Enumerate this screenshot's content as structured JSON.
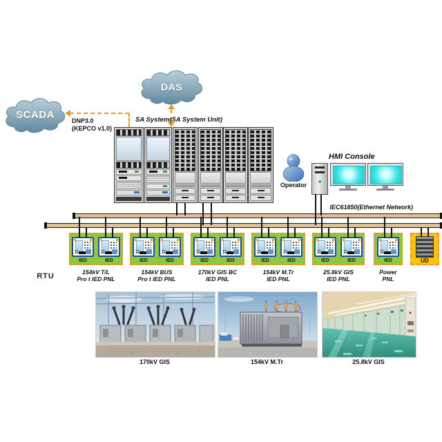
{
  "clouds": {
    "scada": "SCADA",
    "das": "DAS"
  },
  "annotations": {
    "dnp_protocol": "DNP3.0",
    "dnp_version": "(KEPCO v1.0)",
    "sa_system": "SA System(SA System Unit)",
    "network": "IEC61850(Ethernet Network)",
    "rtu": "RTU"
  },
  "hmi": {
    "title": "HMI Console",
    "operator": "Operator"
  },
  "panels": [
    {
      "line1": "154kV T/L",
      "line2": "Pro t IED PNL",
      "ied1": "IED",
      "ied2": "IED"
    },
    {
      "line1": "154kV BUS",
      "line2": "Pro t IED PNL",
      "ied1": "IED",
      "ied2": "IED"
    },
    {
      "line1": "170kV GIS BC",
      "line2": "IED PNL",
      "ied1": "IED",
      "ied2": "IED"
    },
    {
      "line1": "154kV M.Tr",
      "line2": "IED PNL",
      "ied1": "IED",
      "ied2": "IED"
    },
    {
      "line1": "25.8kV GIS",
      "line2": "IED PNL",
      "ied1": "IED",
      "ied2": "IED"
    },
    {
      "line1": "Power",
      "line2": "PNL",
      "ied1": "IED"
    }
  ],
  "ud": {
    "label": "UD"
  },
  "photos": [
    {
      "caption": "170kV GIS"
    },
    {
      "caption": "154kV M.Tr"
    },
    {
      "caption": "25.8kV GIS"
    }
  ],
  "colors": {
    "dashed_orange": "#f7941d",
    "panel_green": "#8dc63f",
    "bus_tan": "#dfbf98",
    "ud_yellow": "#ffc20e",
    "ied_border_blue": "#1d4f9e",
    "screen_cyan": "#35e3e3",
    "cloud_blue": "#6f95a9"
  }
}
